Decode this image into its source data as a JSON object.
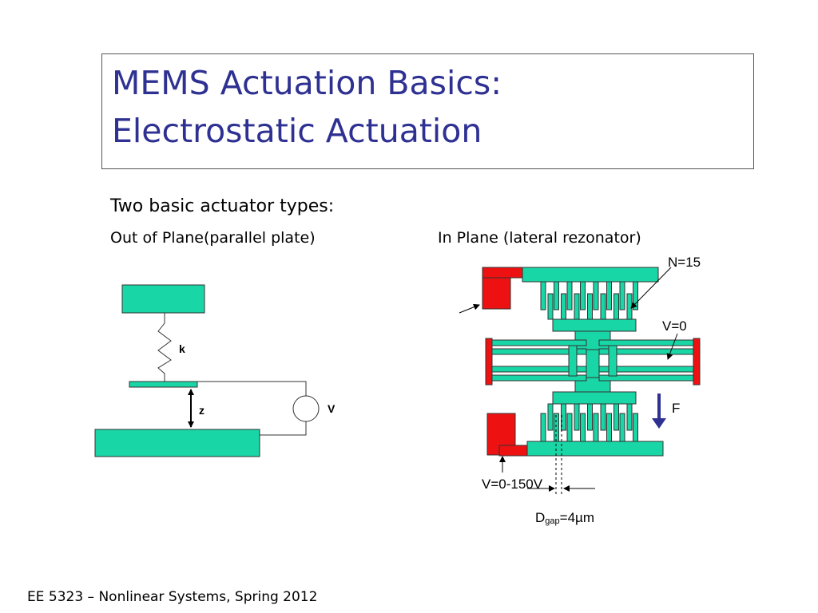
{
  "title": {
    "line1": "MEMS Actuation Basics:",
    "line2": "Electrostatic Actuation"
  },
  "subtitle": "Two basic actuator types:",
  "left_panel": {
    "heading": "Out of Plane(parallel plate)",
    "spring_label": "k",
    "gap_label": "z",
    "source_label": "V"
  },
  "right_panel": {
    "heading": "In Plane (lateral rezonator)",
    "fingers_label": "N=15",
    "v0_label": "V=0",
    "force_label": "F",
    "drive_label": "V=0-150V",
    "gap_label_main": "D",
    "gap_label_sub": "gap",
    "gap_label_value": "=4µm"
  },
  "footer": "EE 5323 – Nonlinear Systems, Spring 2012",
  "colors": {
    "title": "#2e3192",
    "teal": "#19d6a6",
    "red": "#ee1111",
    "arrow_blue": "#2e3192"
  }
}
